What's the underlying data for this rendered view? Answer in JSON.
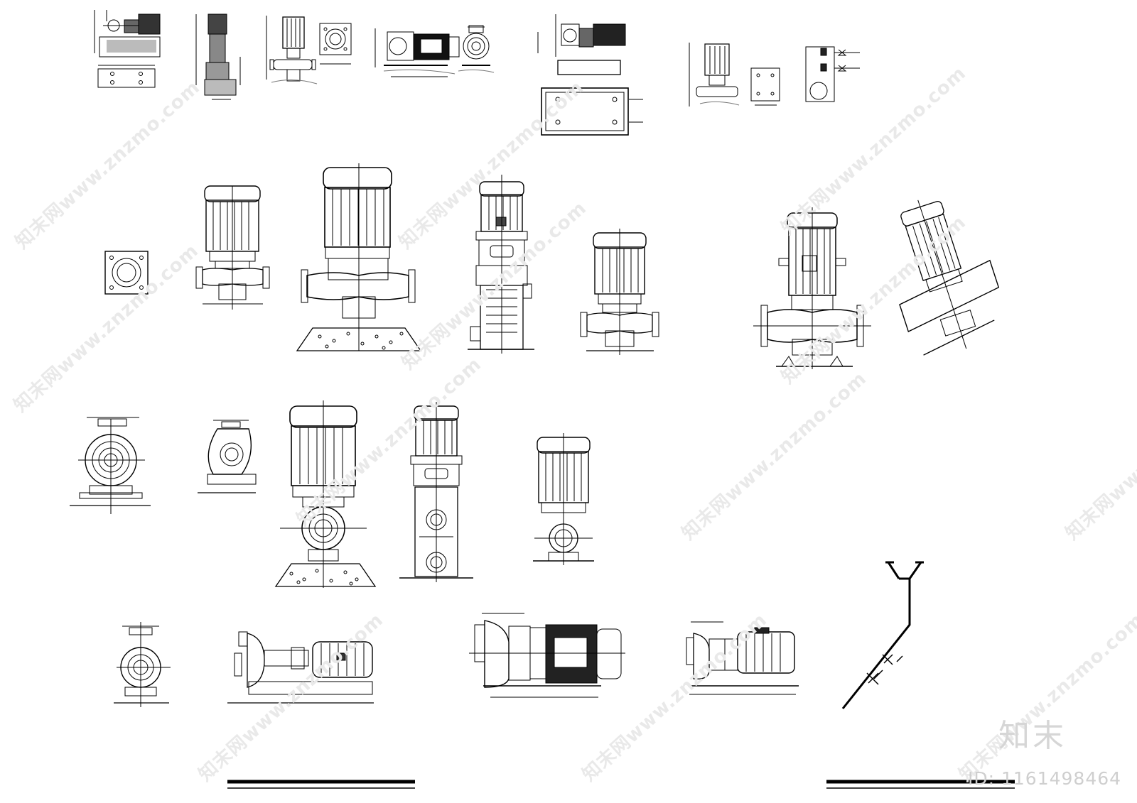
{
  "watermark": {
    "text": "知末网www.znzmo.com"
  },
  "brand": {
    "logo_text": "知末",
    "id_text": "ID: 1161498464"
  },
  "colors": {
    "line": "#000000",
    "background": "#ffffff",
    "watermark": "#e6e6e6"
  },
  "drawing": {
    "symbols": [
      "thumb-horizontal-pump-on-foundation",
      "thumb-vertical-multistage-pump",
      "thumb-inline-pump-elevation",
      "thumb-inline-pump-flange-plan",
      "thumb-end-suction-pump-elevation",
      "thumb-end-suction-pump-end-view",
      "thumb-pump-with-base-plan",
      "thumb-small-inline-pump",
      "thumb-valve-schematic",
      "square-flange-plate",
      "vertical-inline-pump-small",
      "vertical-inline-pump-on-foundation",
      "vertical-multistage-pump",
      "vertical-inline-pump-medium",
      "vertical-inline-pump-large",
      "inline-pump-isometric",
      "end-suction-pump-front",
      "end-suction-pump-casing",
      "vertical-pump-front-on-foundation",
      "vertical-multistage-pump-front",
      "vertical-pump-front-small",
      "end-suction-pump-front-small",
      "horizontal-pump-coupled-motor",
      "horizontal-close-coupled-pump-large",
      "horizontal-close-coupled-pump-small",
      "pipe-valve-schematic"
    ]
  }
}
